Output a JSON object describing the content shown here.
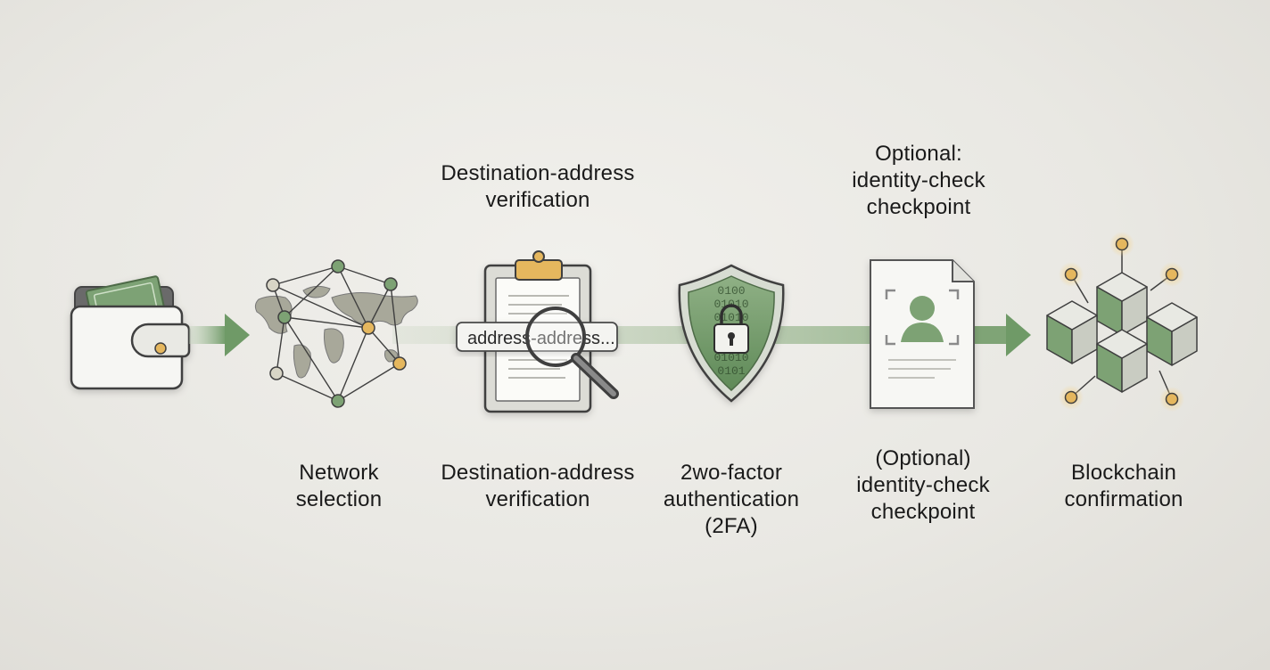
{
  "labels": {
    "top_destination": [
      "Destination-address",
      "verification"
    ],
    "top_identity": [
      "Optional:",
      "identity-check",
      "checkpoint"
    ],
    "network": [
      "Network",
      "selection"
    ],
    "destination": [
      "Destination-address",
      "verification"
    ],
    "twofa": [
      "2wo-factor",
      "authentication",
      "(2FA)"
    ],
    "identity": [
      "(Optional)",
      "identity-check",
      "checkpoint"
    ],
    "blockchain": [
      "Blockchain",
      "confirmation"
    ]
  },
  "address_field": {
    "value": "address-address..."
  },
  "binary_text": [
    "0100",
    "01010",
    "01010",
    "1010",
    "0101",
    "01010",
    "0101"
  ],
  "icons": [
    "wallet-icon",
    "world-map-network-icon",
    "clipboard-magnifier-icon",
    "shield-lock-icon",
    "id-document-icon",
    "blockchain-cubes-icon"
  ],
  "colors": {
    "accent_green": "#6f9a67",
    "node_gold": "#e5b75e",
    "outline": "#4a4a4a"
  }
}
